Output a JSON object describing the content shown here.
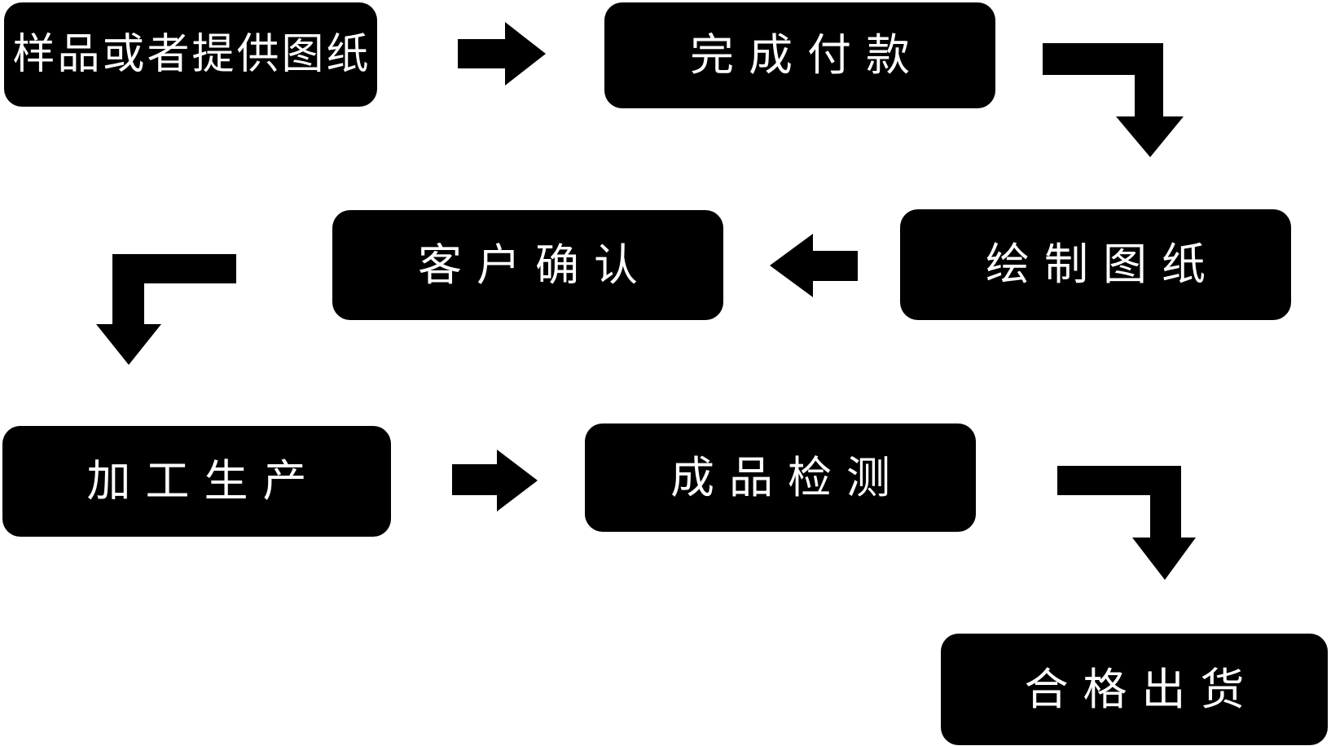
{
  "diagram": {
    "type": "flowchart",
    "background_color": "#ffffff",
    "node_fill_color": "#000000",
    "node_text_color": "#ffffff",
    "arrow_color": "#000000",
    "nodes": [
      {
        "id": "sample",
        "label": "样品或者提供图纸"
      },
      {
        "id": "payment",
        "label": "完成付款"
      },
      {
        "id": "drawing",
        "label": "绘制图纸"
      },
      {
        "id": "confirm",
        "label": "客户确认"
      },
      {
        "id": "production",
        "label": "加工生产"
      },
      {
        "id": "inspection",
        "label": "成品检测"
      },
      {
        "id": "shipping",
        "label": "合格出货"
      }
    ],
    "edges": [
      {
        "from": "样品或者提供图纸",
        "to": "完成付款",
        "style": "straight-arrow-right"
      },
      {
        "from": "完成付款",
        "to": "绘制图纸",
        "style": "elbow-arrow-down-right"
      },
      {
        "from": "绘制图纸",
        "to": "客户确认",
        "style": "straight-arrow-left"
      },
      {
        "from": "客户确认",
        "to": "加工生产",
        "style": "elbow-arrow-down-left"
      },
      {
        "from": "加工生产",
        "to": "成品检测",
        "style": "straight-arrow-right"
      },
      {
        "from": "成品检测",
        "to": "合格出货",
        "style": "elbow-arrow-down-right"
      }
    ]
  }
}
